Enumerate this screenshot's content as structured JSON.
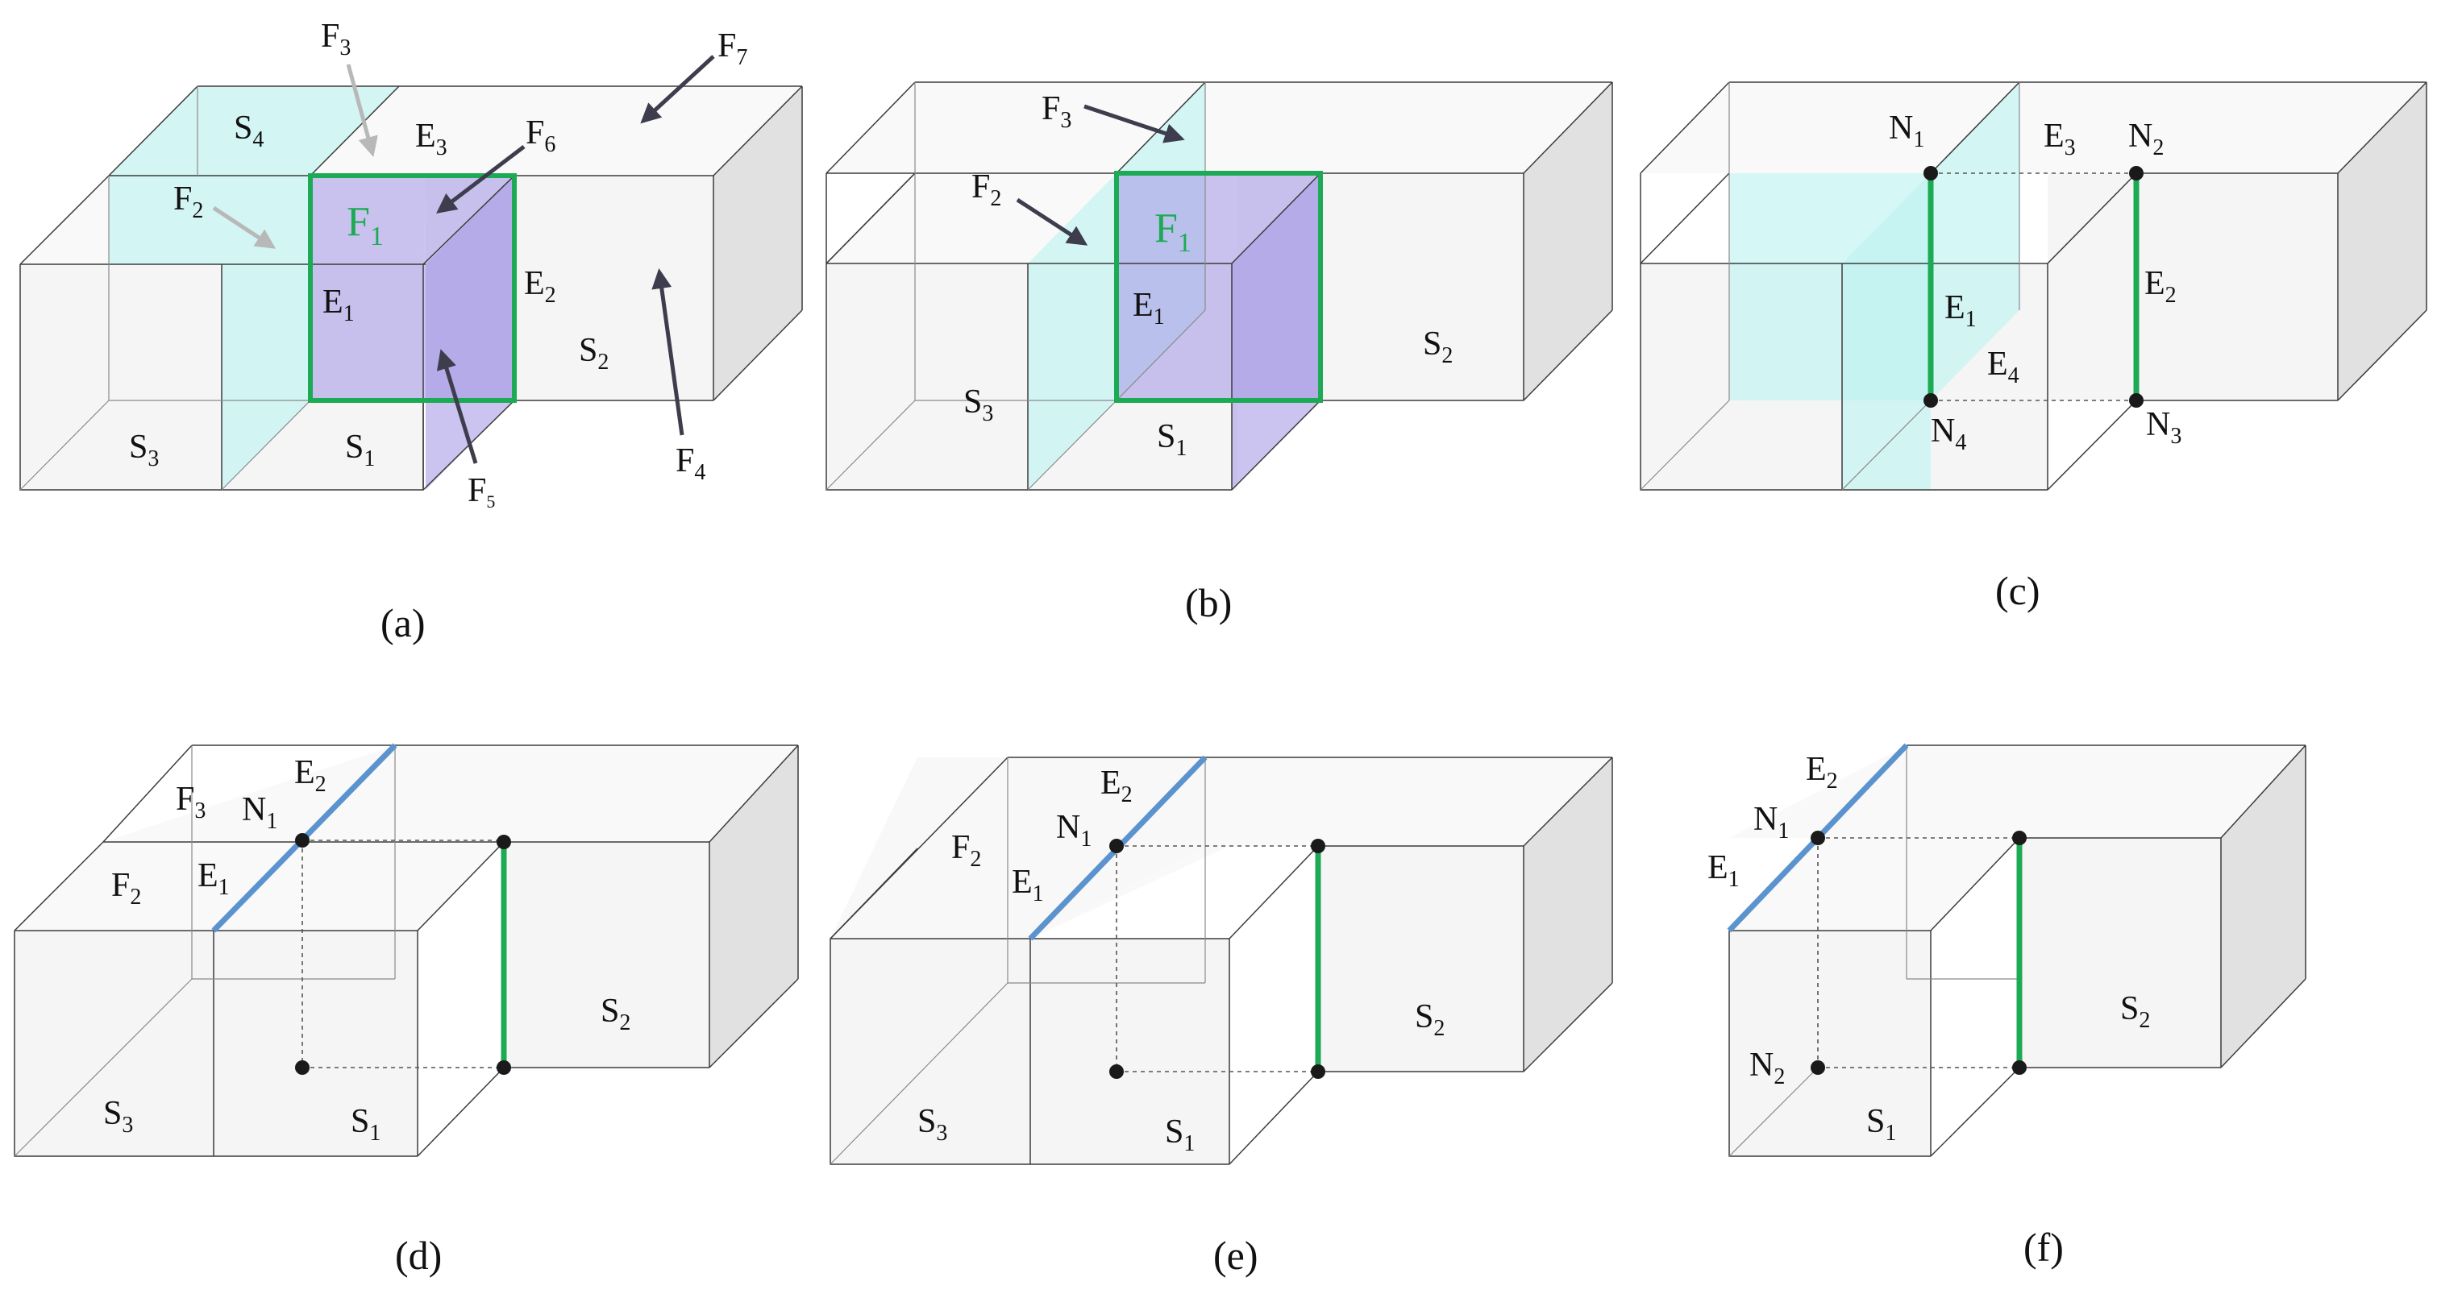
{
  "colors": {
    "green": "#1daa55",
    "blue": "#5b93cf",
    "cyan": "#bff2ef",
    "purple": "#a89ce6"
  },
  "panels": {
    "a": {
      "caption": "(a)",
      "labels": {
        "F1": "F",
        "F1_sub": "1",
        "F2": "F",
        "F2_sub": "2",
        "F3": "F",
        "F3_sub": "3",
        "F4": "F",
        "F4_sub": "4",
        "F5": "F",
        "F5_sub": "5",
        "F6": "F",
        "F6_sub": "6",
        "F7": "F",
        "F7_sub": "7",
        "E1": "E",
        "E1_sub": "1",
        "E2": "E",
        "E2_sub": "2",
        "E3": "E",
        "E3_sub": "3",
        "S1": "S",
        "S1_sub": "1",
        "S2": "S",
        "S2_sub": "2",
        "S3": "S",
        "S3_sub": "3",
        "S4": "S",
        "S4_sub": "4"
      }
    },
    "b": {
      "caption": "(b)",
      "labels": {
        "F1": "F",
        "F1_sub": "1",
        "F2": "F",
        "F2_sub": "2",
        "F3": "F",
        "F3_sub": "3",
        "E1": "E",
        "E1_sub": "1",
        "S1": "S",
        "S1_sub": "1",
        "S2": "S",
        "S2_sub": "2",
        "S3": "S",
        "S3_sub": "3"
      }
    },
    "c": {
      "caption": "(c)",
      "labels": {
        "N1": "N",
        "N1_sub": "1",
        "N2": "N",
        "N2_sub": "2",
        "N3": "N",
        "N3_sub": "3",
        "N4": "N",
        "N4_sub": "4",
        "E1": "E",
        "E1_sub": "1",
        "E2": "E",
        "E2_sub": "2",
        "E3": "E",
        "E3_sub": "3",
        "E4": "E",
        "E4_sub": "4"
      }
    },
    "d": {
      "caption": "(d)",
      "labels": {
        "F2": "F",
        "F2_sub": "2",
        "F3": "F",
        "F3_sub": "3",
        "N1": "N",
        "N1_sub": "1",
        "E1": "E",
        "E1_sub": "1",
        "E2": "E",
        "E2_sub": "2",
        "S1": "S",
        "S1_sub": "1",
        "S2": "S",
        "S2_sub": "2",
        "S3": "S",
        "S3_sub": "3"
      }
    },
    "e": {
      "caption": "(e)",
      "labels": {
        "F2": "F",
        "F2_sub": "2",
        "N1": "N",
        "N1_sub": "1",
        "E1": "E",
        "E1_sub": "1",
        "E2": "E",
        "E2_sub": "2",
        "S1": "S",
        "S1_sub": "1",
        "S2": "S",
        "S2_sub": "2",
        "S3": "S",
        "S3_sub": "3"
      }
    },
    "f": {
      "caption": "(f)",
      "labels": {
        "N1": "N",
        "N1_sub": "1",
        "N2": "N",
        "N2_sub": "2",
        "E1": "E",
        "E1_sub": "1",
        "E2": "E",
        "E2_sub": "2",
        "S1": "S",
        "S1_sub": "1",
        "S2": "S",
        "S2_sub": "2"
      }
    }
  }
}
